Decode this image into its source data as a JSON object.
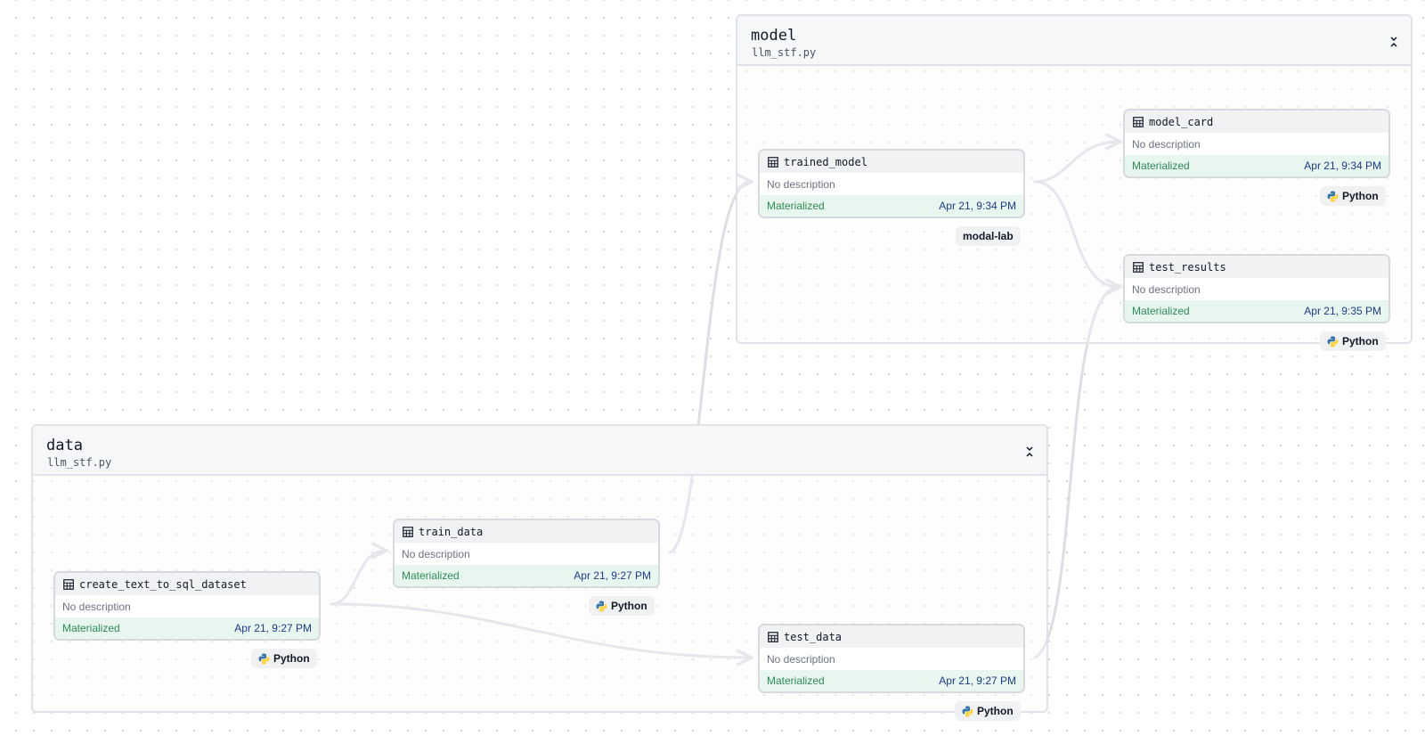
{
  "groups": {
    "model": {
      "title": "model",
      "file": "llm_stf.py"
    },
    "data": {
      "title": "data",
      "file": "llm_stf.py"
    }
  },
  "assets": {
    "trained_model": {
      "name": "trained_model",
      "description": "No description",
      "status": "Materialized",
      "time": "Apr 21, 9:34 PM"
    },
    "model_card": {
      "name": "model_card",
      "description": "No description",
      "status": "Materialized",
      "time": "Apr 21, 9:34 PM"
    },
    "test_results": {
      "name": "test_results",
      "description": "No description",
      "status": "Materialized",
      "time": "Apr 21, 9:35 PM"
    },
    "train_data": {
      "name": "train_data",
      "description": "No description",
      "status": "Materialized",
      "time": "Apr 21, 9:27 PM"
    },
    "create_text_to_sql_dataset": {
      "name": "create_text_to_sql_dataset",
      "description": "No description",
      "status": "Materialized",
      "time": "Apr 21, 9:27 PM"
    },
    "test_data": {
      "name": "test_data",
      "description": "No description",
      "status": "Materialized",
      "time": "Apr 21, 9:27 PM"
    }
  },
  "tags": {
    "python": "Python",
    "modal_lab": "modal-lab"
  },
  "colors": {
    "materialized_bg": "#e7f6ee",
    "materialized_text": "#2f8a56",
    "time_text": "#1e3a8a",
    "edge": "#dcdee3",
    "python_blue": "#3776ab",
    "python_yellow": "#ffd43b"
  },
  "icons": {
    "asset": "table-icon",
    "collapse": "chevrons-collapse-icon",
    "python": "python-logo-icon"
  }
}
